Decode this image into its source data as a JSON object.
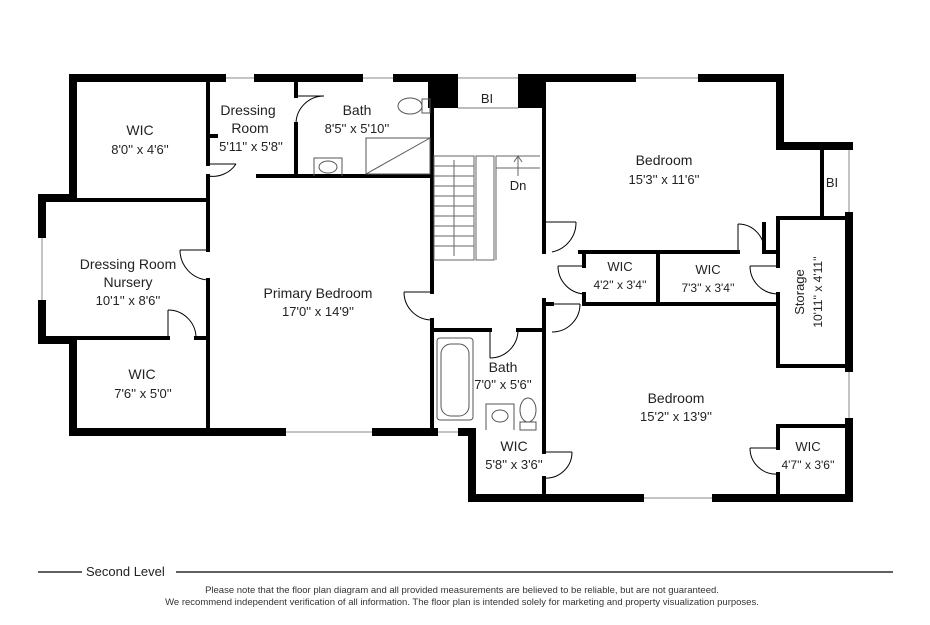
{
  "level_label": "Second Level",
  "disclaimer": [
    "Please note that the floor plan diagram and all provided measurements are believed to be reliable, but are not guaranteed.",
    "We recommend independent verification of all information. The floor plan is intended solely for marketing and property visualization purposes."
  ],
  "colors": {
    "wall": "#000000",
    "fixture": "#555555",
    "window": "#ffffff"
  },
  "rooms": {
    "wic_nw": {
      "name": "WIC",
      "dims": "8'0'' x 4'6''"
    },
    "dressing_room_top": {
      "name_line1": "Dressing",
      "name_line2": "Room",
      "dims": "5'11'' x 5'8''"
    },
    "bath_top": {
      "name": "Bath",
      "dims": "8'5'' x 5'10''"
    },
    "dressing_nursery": {
      "name_line1": "Dressing Room",
      "name_line2": "Nursery",
      "dims": "10'1'' x 8'6''"
    },
    "wic_sw": {
      "name": "WIC",
      "dims": "7'6'' x 5'0''"
    },
    "primary_bedroom": {
      "name": "Primary Bedroom",
      "dims": "17'0'' x 14'9''"
    },
    "bath_center": {
      "name": "Bath",
      "dims": "7'0'' x 5'6''"
    },
    "wic_center_bottom": {
      "name": "WIC",
      "dims": "5'8'' x 3'6''"
    },
    "bedroom_ne": {
      "name": "Bedroom",
      "dims": "15'3'' x 11'6''"
    },
    "wic_mid_left": {
      "name": "WIC",
      "dims": "4'2'' x 3'4''"
    },
    "wic_mid_right": {
      "name": "WIC",
      "dims": "7'3'' x 3'4''"
    },
    "storage": {
      "name": "Storage",
      "dims": "10'11'' x 4'11''"
    },
    "bedroom_se": {
      "name": "Bedroom",
      "dims": "15'2'' x 13'9''"
    },
    "wic_se": {
      "name": "WIC",
      "dims": "4'7'' x 3'6''"
    }
  },
  "labels": {
    "bi_top": "BI",
    "bi_right": "BI",
    "stairs_down": "Dn"
  }
}
